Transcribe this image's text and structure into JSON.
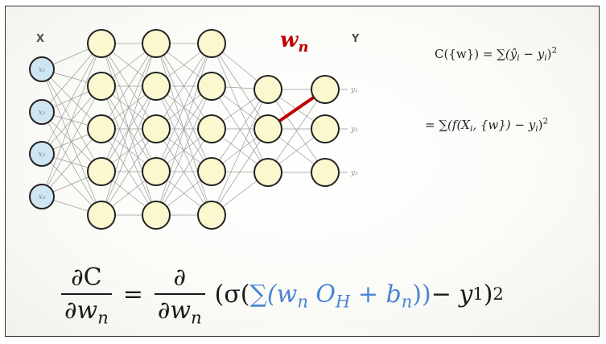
{
  "labels": {
    "x_header": "X",
    "y_header": "Y",
    "inputs": [
      "x₁",
      "x₂",
      "x₃",
      "x₄"
    ],
    "outputs": [
      "y₁",
      "y₂",
      "y₃"
    ],
    "weight_symbol": "w",
    "weight_sub": "n"
  },
  "network": {
    "layers": [
      4,
      5,
      5,
      5,
      3,
      3
    ],
    "input_fill": "#cfe6f2",
    "hidden_fill": "#fbf8cf",
    "edge_color": "#9a9a9a",
    "highlight_color": "#c00000",
    "highlighted_edge": {
      "from_layer": 4,
      "from_node": 1,
      "to_layer": 5,
      "to_node": 0
    }
  },
  "equations": {
    "cost_lhs": "C({w})",
    "cost_rhs_1": "= ∑(ŷ",
    "cost_rhs_2": " − y",
    "cost_rhs_3": ")",
    "line2_a": "= ∑(f(X",
    "line2_b": ", {w}) − y",
    "line2_c": ")",
    "sub_i": "i",
    "sq": "2"
  },
  "gradient": {
    "num_left": "∂C",
    "den_left_w": "∂w",
    "den_sub": "n",
    "equals": "=",
    "num_right": "∂",
    "den_right_w": "∂w",
    "open": "(σ(",
    "sum_open": "∑(w",
    "o_h": " O",
    "h_sub": "H",
    "plus_b": " + b",
    "sum_close": "))",
    "minus_y": " − y",
    "y_sub": "1",
    "close": ")",
    "sq": "2"
  }
}
